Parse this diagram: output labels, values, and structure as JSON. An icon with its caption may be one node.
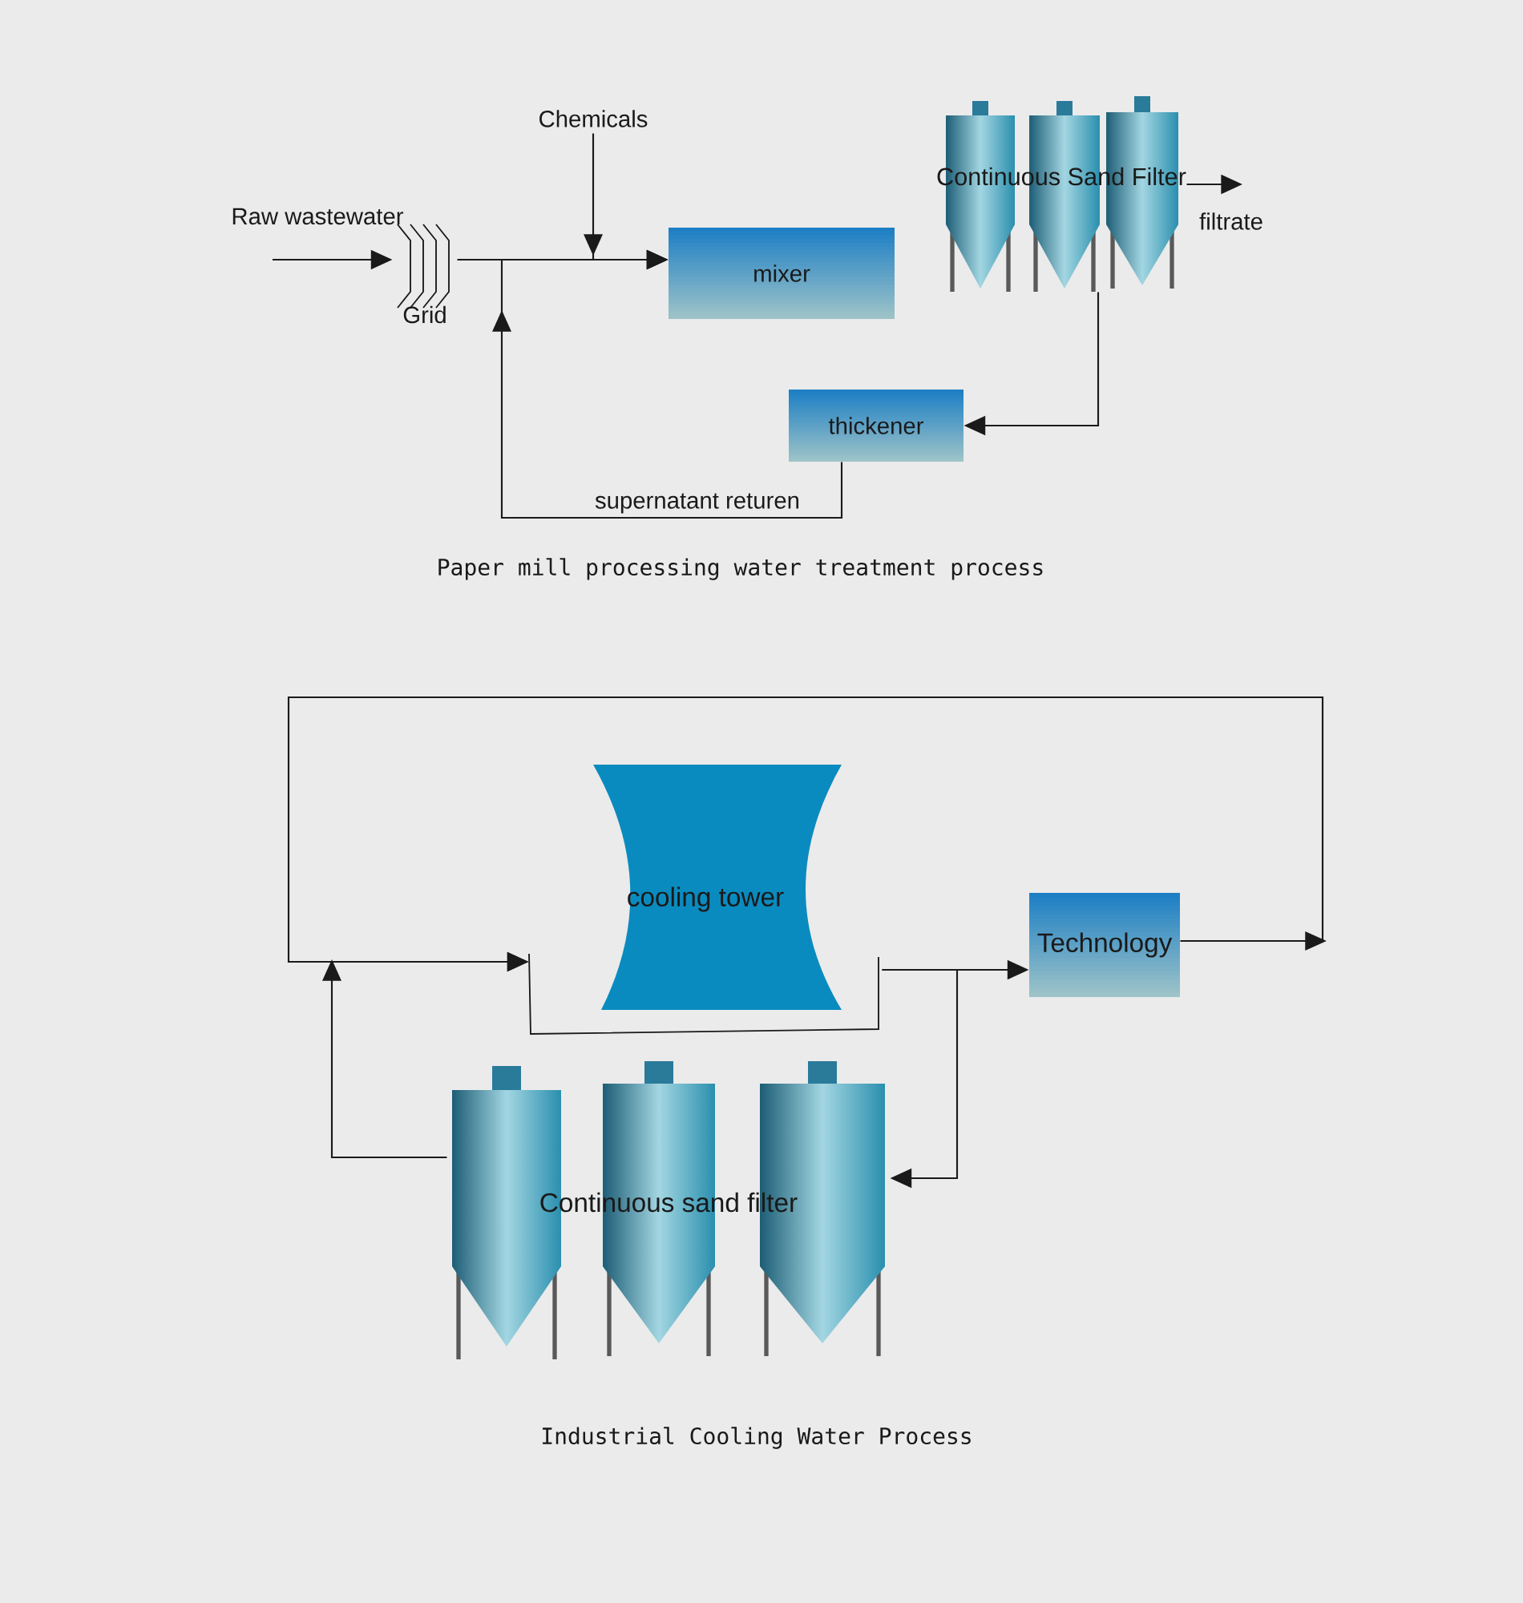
{
  "diagram": {
    "nodes": [
      {
        "text": [
          "Grid"
        ]
      },
      {
        "text": [
          "Chemicals"
        ]
      },
      {
        "text": [
          "mixer"
        ]
      },
      {
        "text": [
          "Continuous Sand Filter"
        ]
      },
      {
        "text": [
          "thickener"
        ]
      },
      {
        "text": [
          "cooling tower"
        ]
      },
      {
        "text": [
          "Technology"
        ]
      },
      {
        "text": [
          "Continuous sand filter"
        ]
      }
    ],
    "edges": [
      {
        "from": null,
        "to": 0,
        "arrow": "to"
      },
      {
        "from": 0,
        "to": 2,
        "arrow": "to"
      },
      {
        "from": 1,
        "to": 2,
        "arrow": "to"
      },
      {
        "from": 3,
        "to": null,
        "arrow": "to",
        "label": "filtrate"
      },
      {
        "from": 3,
        "to": 4,
        "arrow": "to"
      },
      {
        "from": 4,
        "to": 2,
        "arrow": "to",
        "label": "supernatant returen"
      },
      {
        "from": 6,
        "to": 5,
        "arrow": "to"
      },
      {
        "from": 5,
        "to": 6,
        "arrow": "to"
      },
      {
        "from": 5,
        "to": 7,
        "arrow": "to"
      },
      {
        "from": 7,
        "to": 5,
        "arrow": "to"
      }
    ],
    "labels": [
      "Raw wastewater",
      "Paper mill processing water treatment process",
      "Industrial Cooling Water Process"
    ]
  }
}
